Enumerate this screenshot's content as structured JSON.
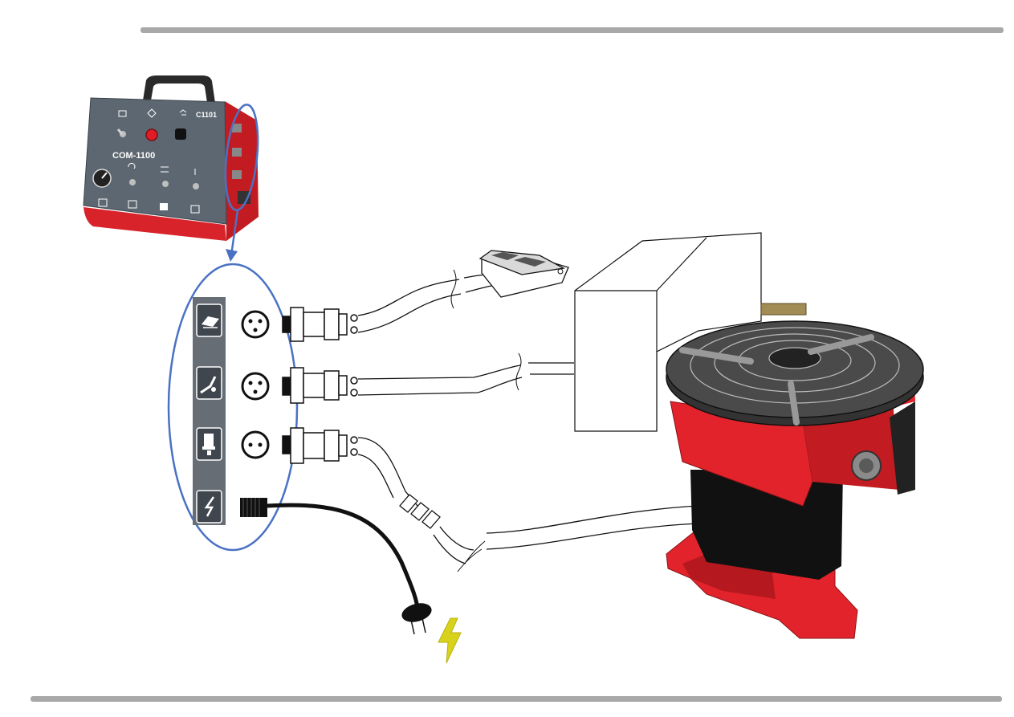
{
  "controller": {
    "model_label": "COM-1100",
    "code_label": "C1101"
  },
  "colors": {
    "machine_red": "#e3232b",
    "panel_grey": "#5d6771",
    "callout_blue": "#4a72c4",
    "power_yellow": "#d8d21c",
    "cable_black": "#111111"
  },
  "connector_strip": {
    "ports": [
      {
        "icon": "foot-pedal-icon",
        "connector": "3-pin"
      },
      {
        "icon": "welding-torch-icon",
        "connector": "3-pin"
      },
      {
        "icon": "positioner-motor-icon",
        "connector": "2-pin"
      },
      {
        "icon": "power-icon",
        "connector": "mains-plug"
      }
    ]
  }
}
